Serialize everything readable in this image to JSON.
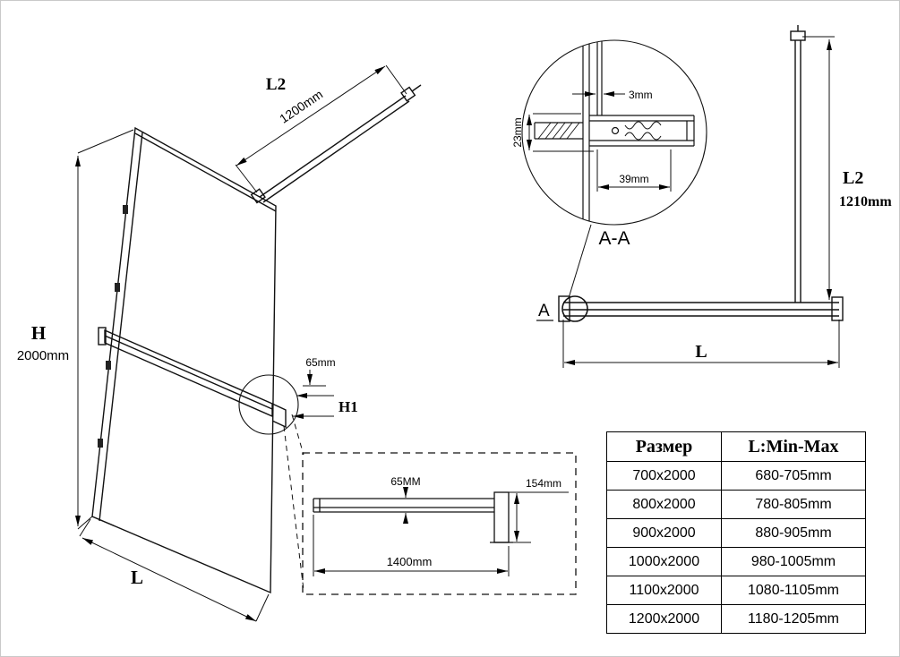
{
  "main_view": {
    "h_label": "H",
    "h_value": "2000mm",
    "l2_label": "L2",
    "l2_value": "1200mm",
    "l_label": "L",
    "shelf_height": "65mm",
    "h1_label": "H1"
  },
  "section_aa": {
    "title": "A-A",
    "gap": "3mm",
    "depth": "23mm",
    "width": "39mm"
  },
  "side_view": {
    "a_label": "A",
    "l2_label": "L2",
    "l2_value": "1210mm",
    "l_label": "L"
  },
  "shelf_detail": {
    "bar_height": "65MM",
    "bracket_height": "154mm",
    "bar_length": "1400mm"
  },
  "size_table": {
    "headers": [
      "Размер",
      "L:Min-Max"
    ],
    "rows": [
      [
        "700x2000",
        "680-705mm"
      ],
      [
        "800x2000",
        "780-805mm"
      ],
      [
        "900x2000",
        "880-905mm"
      ],
      [
        "1000x2000",
        "980-1005mm"
      ],
      [
        "1100x2000",
        "1080-1105mm"
      ],
      [
        "1200x2000",
        "1180-1205mm"
      ]
    ]
  }
}
